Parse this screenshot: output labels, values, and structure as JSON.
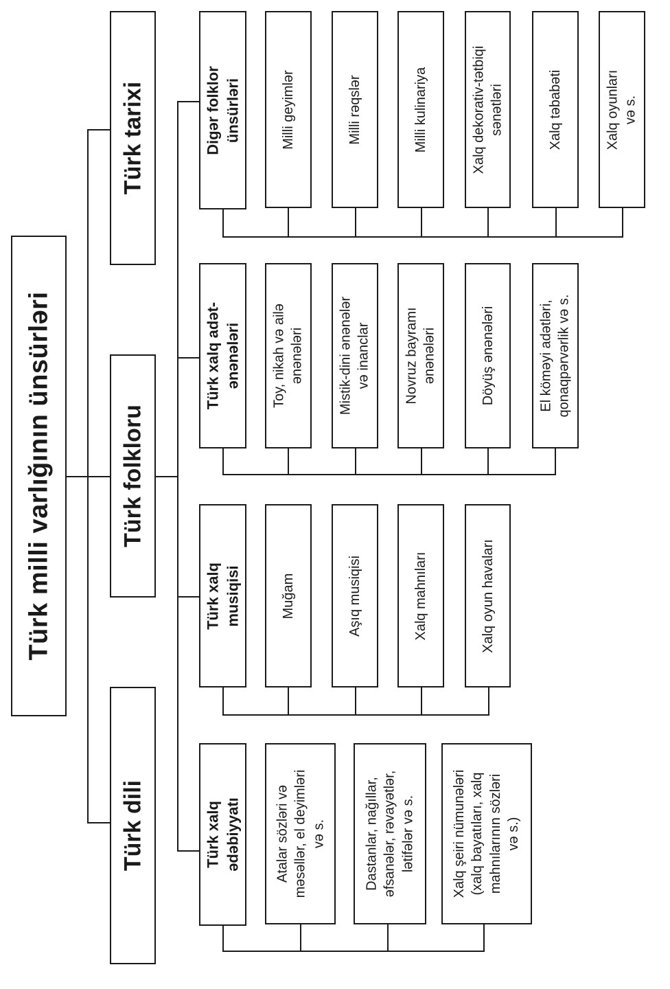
{
  "title": "Türk milli varlığının ünsürləri",
  "main_categories": [
    {
      "label": "Türk tarixi"
    },
    {
      "label": "Türk folkloru"
    },
    {
      "label": "Türk dili"
    }
  ],
  "groups": {
    "diger": {
      "header": "Digər folklor\nünsürləri",
      "items": [
        "Milli geyimlər",
        "Milli rəqslər",
        "Milli kulinariya",
        "Xalq dekorativ-tətbiqi\nsənətləri",
        "Xalq təbabəti",
        "Xalq oyunları\nvə s."
      ]
    },
    "adet": {
      "header": "Türk xalq adət-\nənənələri",
      "items": [
        "Toy, nikah və ailə\nənənələri",
        "Mistik-dini ənənələr\nvə inanclar",
        "Novruz bayramı\nənənələri",
        "Döyüş ənənələri",
        "El köməyi adətləri,\nqonaqpərvərlik və s."
      ]
    },
    "musiqi": {
      "header": "Türk xalq\nmusiqisi",
      "items": [
        "Muğam",
        "Aşıq musiqisi",
        "Xalq mahnıları",
        "Xalq oyun havaları"
      ]
    },
    "edebiyyat": {
      "header": "Türk xalq\nədəbiyyatı",
      "items": [
        "Atalar sözləri və\nməsəllər, el deyimləri\nvə s.",
        "Dastanlar, nağıllar,\nəfsanələr, rəvayətlər,\nlətifələr və s.",
        "Xalq şeiri nümunələri\n(xalq bayatıları, xalq\nmahnılarının sözləri\nvə s.)"
      ]
    }
  }
}
